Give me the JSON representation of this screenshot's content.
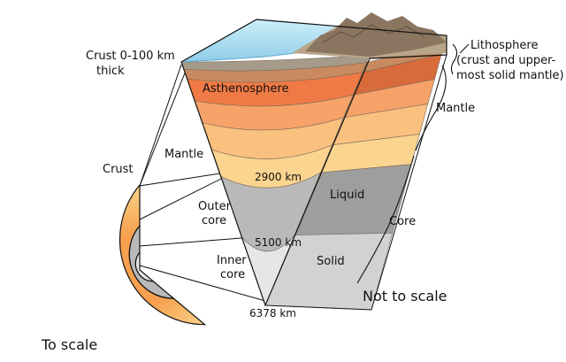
{
  "labels": {
    "crust_top": "Crust 0-100 km",
    "crust_top_2": "thick",
    "asthenosphere": "Asthenosphere",
    "mantle_inner": "Mantle",
    "crust_side": "Crust",
    "outer_core_1": "Outer",
    "outer_core_2": "core",
    "inner_core_1": "Inner",
    "inner_core_2": "core",
    "depth_2900": "2900 km",
    "depth_5100": "5100 km",
    "depth_6378": "6378 km",
    "liquid": "Liquid",
    "solid": "Solid",
    "lithosphere_1": "Lithosphere",
    "lithosphere_2": "(crust and upper-",
    "lithosphere_3": "most solid mantle)",
    "mantle_right": "Mantle",
    "core_right": "Core",
    "not_to_scale": "Not to scale",
    "to_scale": "To scale"
  },
  "colors": {
    "ocean": "#a9dcf0",
    "ocean_edge": "#5aa9d6",
    "land_top": "#b8a488",
    "mountain": "#8a7560",
    "crust_band": "#a69a8a",
    "litho": "#c98a5f",
    "asthenosphere": "#f07a45",
    "mantle_upper": "#f6a268",
    "mantle_mid": "#f9c07e",
    "mantle_low": "#fbd58f",
    "outer_core": "#b9b9b9",
    "outer_core_side": "#9e9e9e",
    "inner_core": "#e6e6e6",
    "inner_core_side": "#d2d2d2",
    "right_face_dark": "#d96a3a"
  }
}
